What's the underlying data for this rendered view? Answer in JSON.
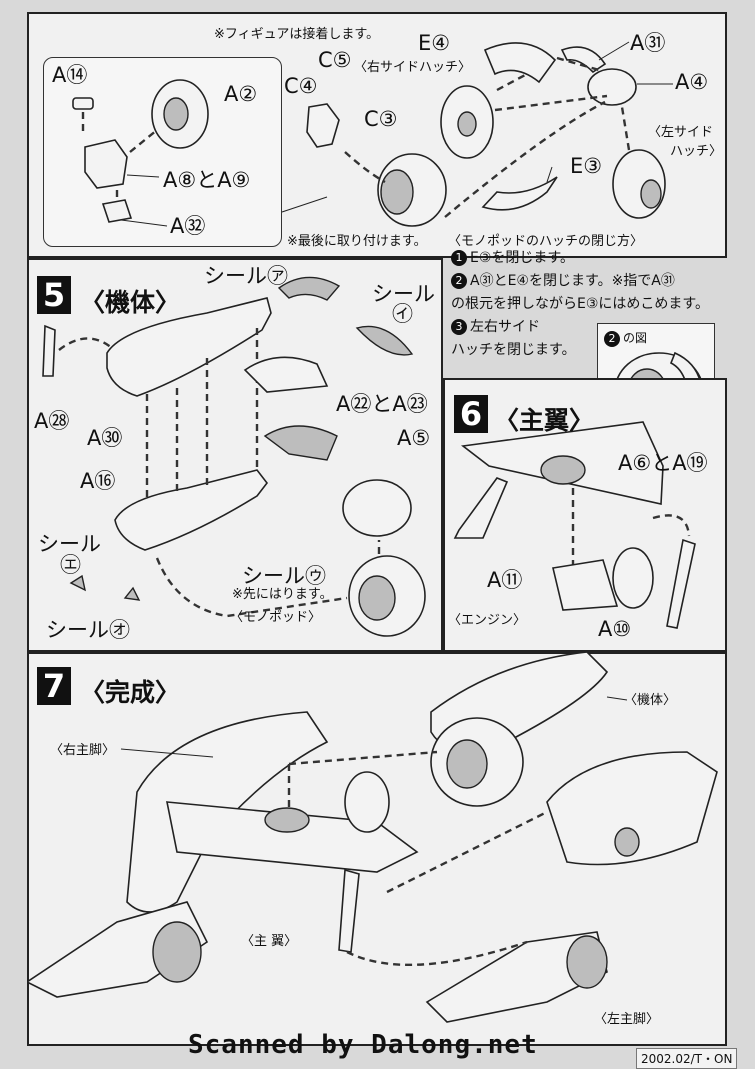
{
  "top": {
    "note_figure": "※フィギュアは接着します。",
    "inset_note": "※最後に取り付けます。",
    "labels": {
      "a14": "A⑭",
      "a2": "A②",
      "a8_a9": "A⑧とA⑨",
      "a32": "A㉜",
      "c5": "C⑤",
      "c4": "C④",
      "c3": "C③",
      "e4": "E④",
      "a31": "A㉛",
      "a4": "A④",
      "e3": "E③",
      "right_hatch": "〈右サイドハッチ〉",
      "left_hatch_1": "〈左サイド",
      "left_hatch_2": "ハッチ〉"
    }
  },
  "hatch_instructions": {
    "title": "〈モノポッドのハッチの閉じ方〉",
    "steps": [
      {
        "num": "1",
        "text": "E③を閉じます。"
      },
      {
        "num": "2",
        "text": "A㉛とE④を閉じます。※指でA㉛"
      },
      {
        "num": "",
        "text": "の根元を押しながらE③にはめこめます。"
      },
      {
        "num": "3",
        "text": "左右サイド"
      },
      {
        "num": "",
        "text": "ハッチを閉じます。"
      }
    ],
    "figure_label": "の図",
    "figure_num": "2"
  },
  "step5": {
    "num": "5",
    "title": "〈機体〉",
    "labels": {
      "seal_a": "シール㋐",
      "seal_i_1": "シール",
      "seal_i_2": "㋑",
      "a28": "A㉘",
      "a30": "A㉚",
      "a22_a23": "A㉒とA㉓",
      "a5": "A⑤",
      "a16": "A⑯",
      "seal_e_1": "シール",
      "seal_e_2": "㋓",
      "seal_u": "シール㋒",
      "seal_u_note": "※先にはります。",
      "monopod": "〈モノポッド〉",
      "seal_o": "シール㋔"
    }
  },
  "step6": {
    "num": "6",
    "title": "〈主翼〉",
    "labels": {
      "a6_a19": "A⑥とA⑲",
      "a11": "A⑪",
      "engine": "〈エンジン〉",
      "a10": "A⑩"
    }
  },
  "step7": {
    "num": "7",
    "title": "〈完成〉",
    "labels": {
      "body": "〈機体〉",
      "right_leg": "〈右主脚〉",
      "main_wing": "〈主 翼〉",
      "left_leg": "〈左主脚〉"
    }
  },
  "footer": {
    "brand": "Scanned by Dalong.net",
    "code": "2002.02/T・ON"
  }
}
